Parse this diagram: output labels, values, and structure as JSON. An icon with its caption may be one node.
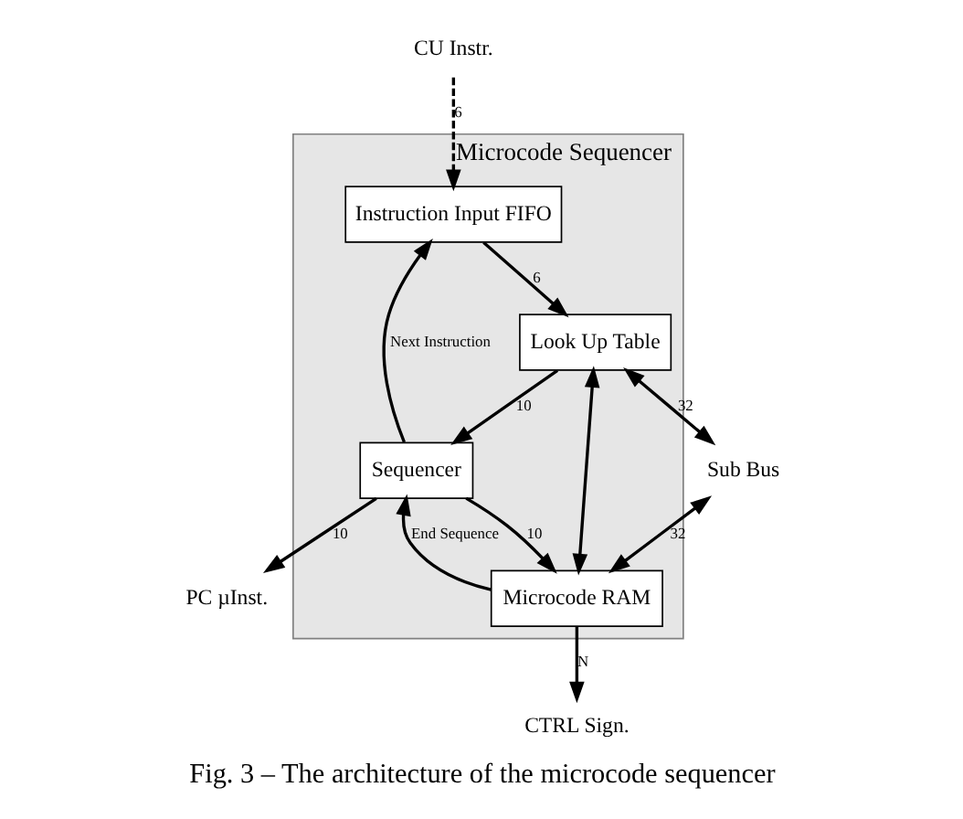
{
  "diagram": {
    "caption": "Fig. 3 – The architecture of the microcode sequencer",
    "nodes": [
      {
        "text": [
          "Microcode Sequencer"
        ]
      },
      {
        "text": [
          "Instruction Input FIFO"
        ],
        "in": 0
      },
      {
        "text": [
          "Look Up Table"
        ],
        "in": 0
      },
      {
        "text": [
          "Sequencer"
        ],
        "in": 0
      },
      {
        "text": [
          "Microcode RAM"
        ],
        "in": 0
      },
      {
        "text": [
          "CU Instr."
        ]
      },
      {
        "text": [
          "PC µInst."
        ]
      },
      {
        "text": [
          "CTRL Sign."
        ]
      },
      {
        "text": [
          "Sub Bus"
        ]
      }
    ],
    "edges": [
      {
        "from": 5,
        "to": 1,
        "arrow": "to",
        "label": "6",
        "style": "dashed"
      },
      {
        "from": 1,
        "to": 2,
        "arrow": "to",
        "label": "6"
      },
      {
        "from": 2,
        "to": 3,
        "arrow": "to",
        "label": "10"
      },
      {
        "from": 3,
        "to": 1,
        "arrow": "to",
        "label": "Next Instruction"
      },
      {
        "from": 4,
        "to": 3,
        "arrow": "to",
        "label": "End Sequence"
      },
      {
        "from": 3,
        "to": 4,
        "arrow": "to",
        "label": "10"
      },
      {
        "from": 3,
        "to": 6,
        "arrow": "to",
        "label": "10"
      },
      {
        "from": 4,
        "to": 7,
        "arrow": "to",
        "label": "N"
      },
      {
        "from": 2,
        "to": 8,
        "arrow": "both",
        "label": "32"
      },
      {
        "from": 8,
        "to": 4,
        "arrow": "both",
        "label": "32"
      },
      {
        "from": 2,
        "to": 4,
        "arrow": "both"
      }
    ]
  }
}
